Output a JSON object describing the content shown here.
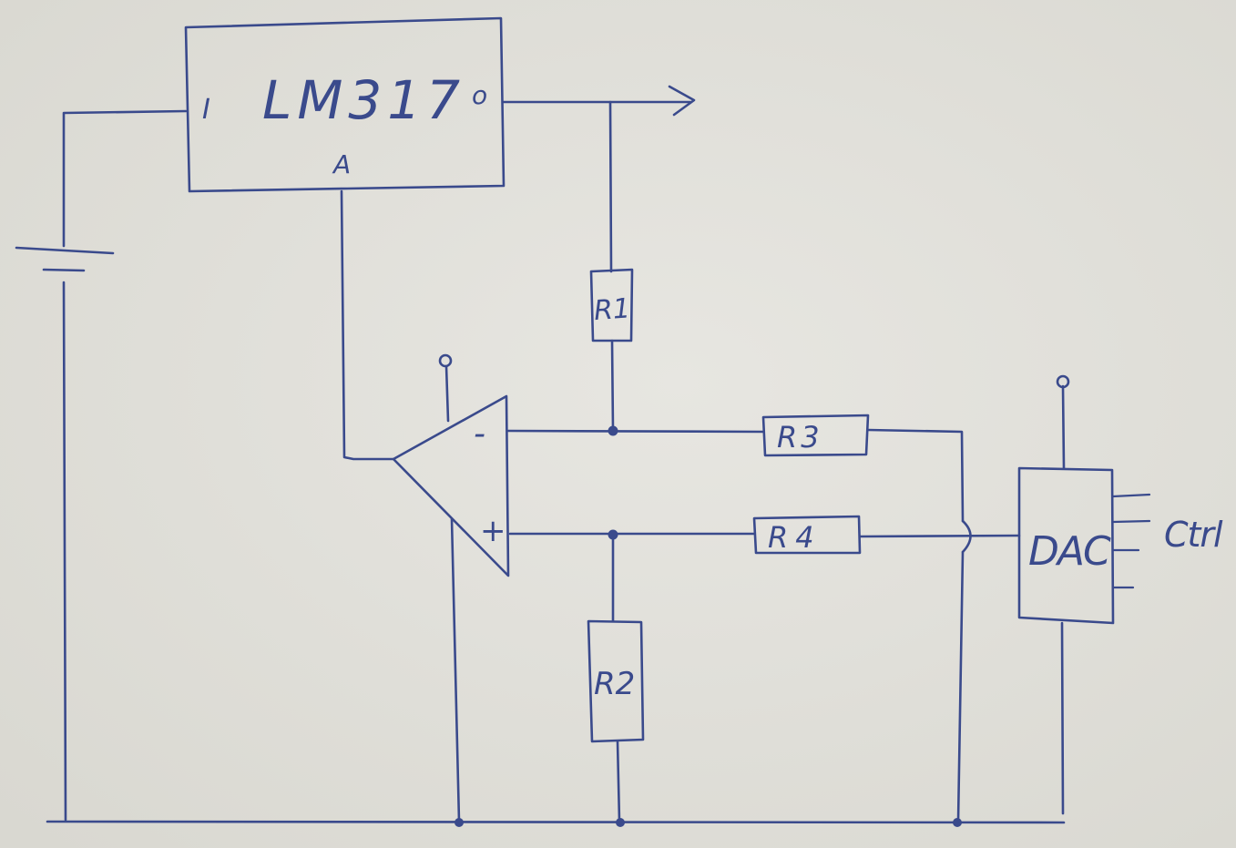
{
  "colors": {
    "paper": "#e4e3dd",
    "ink": "#3a4a8c"
  },
  "regulator": {
    "name": "LM317",
    "pin_in": "I",
    "pin_out": "o",
    "pin_adj": "A"
  },
  "resistors": {
    "r1": "R1",
    "r2": "R2",
    "r3": "R3",
    "r4": "R4"
  },
  "opamp": {
    "inv": "-",
    "noninv": "+"
  },
  "dac": {
    "label": "DAC",
    "ctrl_label": "Ctrl"
  }
}
